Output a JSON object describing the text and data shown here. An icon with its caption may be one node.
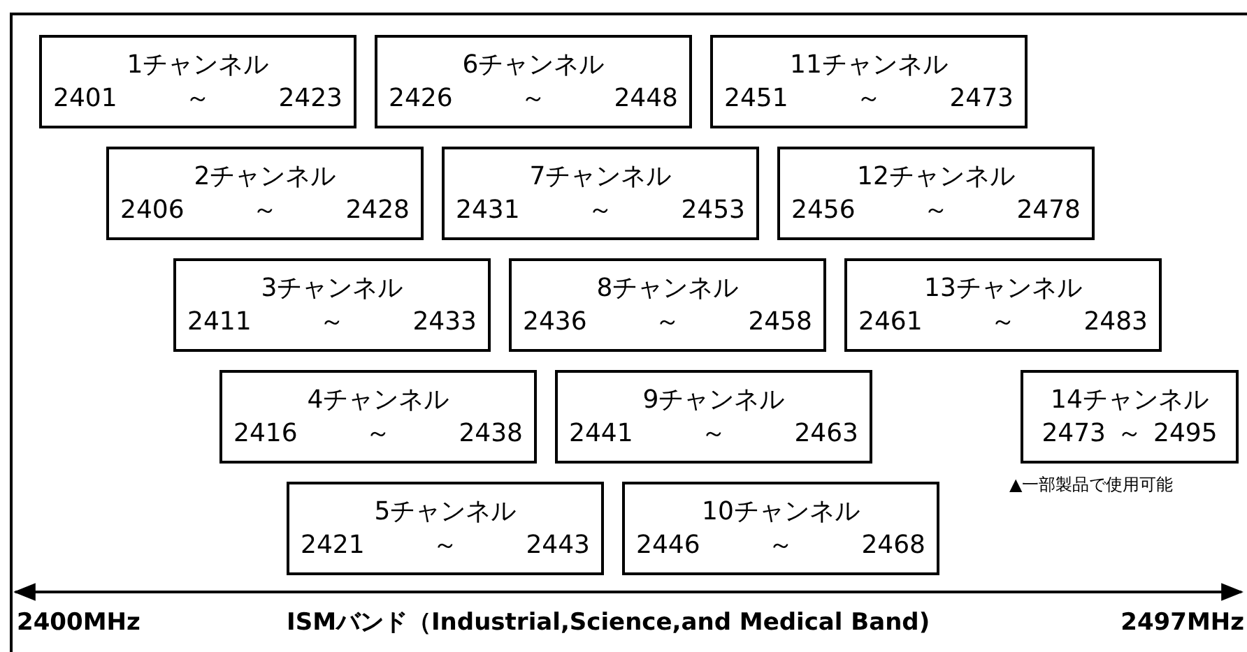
{
  "diagram": {
    "nodes": [
      {
        "text": [
          "1チャンネル",
          "2401",
          "～",
          "2423"
        ]
      },
      {
        "text": [
          "6チャンネル",
          "2426",
          "～",
          "2448"
        ]
      },
      {
        "text": [
          "11チャンネル",
          "2451",
          "～",
          "2473"
        ]
      },
      {
        "text": [
          "2チャンネル",
          "2406",
          "～",
          "2428"
        ]
      },
      {
        "text": [
          "7チャンネル",
          "2431",
          "～",
          "2453"
        ]
      },
      {
        "text": [
          "12チャンネル",
          "2456",
          "～",
          "2478"
        ]
      },
      {
        "text": [
          "3チャンネル",
          "2411",
          "～",
          "2433"
        ]
      },
      {
        "text": [
          "8チャンネル",
          "2436",
          "～",
          "2458"
        ]
      },
      {
        "text": [
          "13チャンネル",
          "2461",
          "～",
          "2483"
        ]
      },
      {
        "text": [
          "4チャンネル",
          "2416",
          "～",
          "2438"
        ]
      },
      {
        "text": [
          "9チャンネル",
          "2441",
          "～",
          "2463"
        ]
      },
      {
        "text": [
          "14チャンネル",
          "2473",
          "～",
          "2495"
        ],
        "beside": [
          "▲一部製品で使用可能"
        ]
      },
      {
        "text": [
          "5チャンネル",
          "2421",
          "～",
          "2443"
        ]
      },
      {
        "text": [
          "10チャンネル",
          "2446",
          "～",
          "2468"
        ]
      }
    ],
    "labels": [
      "2400MHz",
      "ISMバンド（Industrial,Science,and Medical Band)",
      "2497MHz"
    ]
  }
}
